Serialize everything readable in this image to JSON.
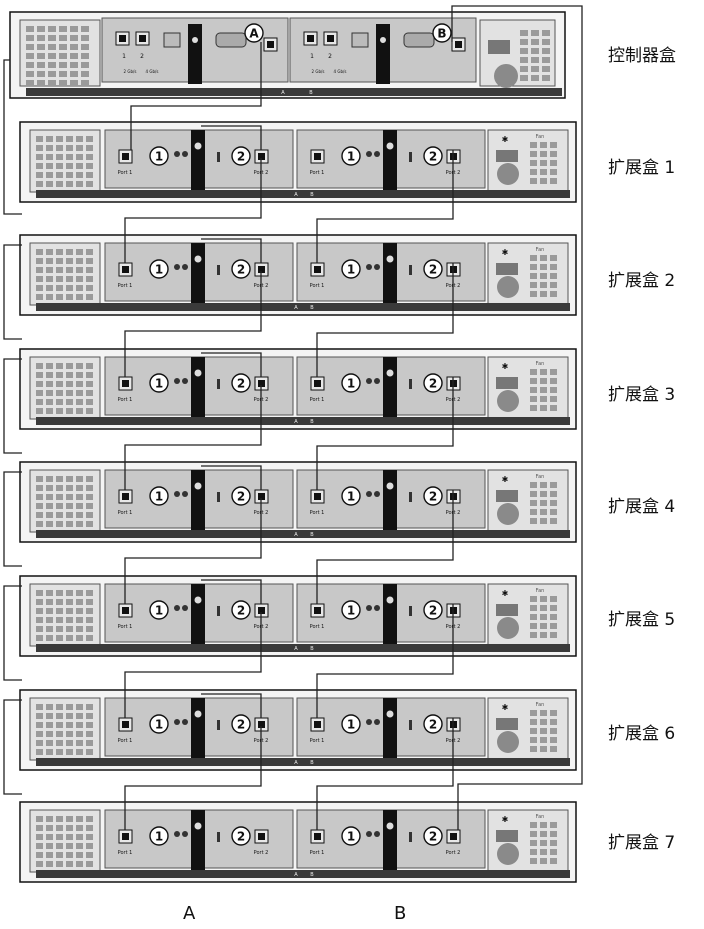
{
  "figure": {
    "controller_label": "控制器盒",
    "tray_labels": [
      "扩展盒 1",
      "扩展盒 2",
      "扩展盒 3",
      "扩展盒 4",
      "扩展盒 5",
      "扩展盒 6",
      "扩展盒 7"
    ],
    "column_labels": [
      "A",
      "B"
    ],
    "controller_port_letters": [
      "A",
      "B"
    ],
    "module_numbers": [
      "1",
      "2"
    ],
    "port_labels": [
      "Port 1",
      "Port 2"
    ],
    "fan_label": "Fan",
    "controller_speed_labels": [
      "2 Gb/s",
      "4 Gb/s"
    ],
    "rail_labels": [
      "A",
      "B"
    ]
  },
  "colors": {
    "chassis": "#f4f4f4",
    "panel": "#c8c8c8",
    "vent": "#9a9a9a",
    "latch": "#111111",
    "cable": "#222222",
    "rail": "#3a3a3a"
  }
}
